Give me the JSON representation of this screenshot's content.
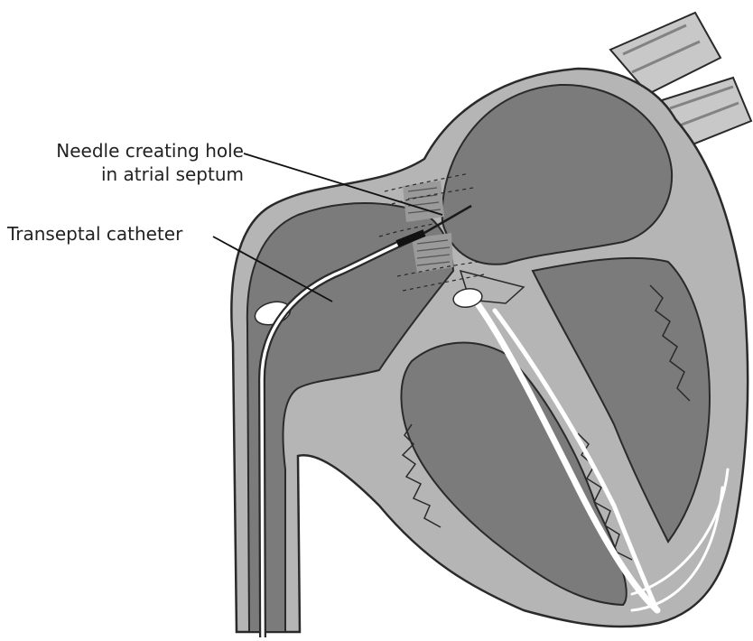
{
  "labels": {
    "needle_line1": "Needle creating hole",
    "needle_line2": "in atrial septum",
    "catheter": "Transeptal catheter"
  },
  "colors": {
    "outer_wall": "#b5b5b5",
    "chamber": "#7b7b7b",
    "outline": "#2a2a2a",
    "valve": "#ffffff",
    "leader_line": "#111111"
  }
}
